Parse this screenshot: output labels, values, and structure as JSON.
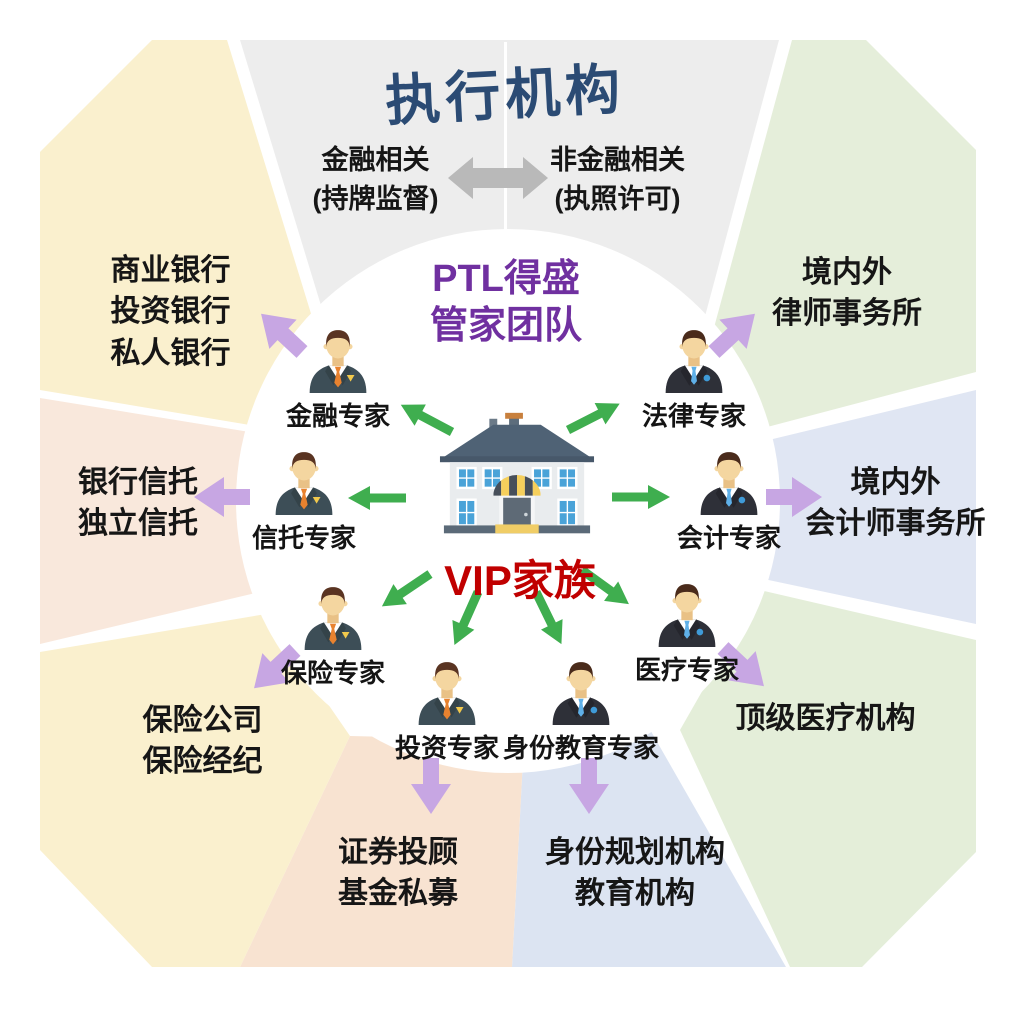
{
  "header": {
    "title": "执行机构",
    "left": {
      "line1": "金融相关",
      "line2": "(持牌监督)"
    },
    "right": {
      "line1": "非金融相关",
      "line2": "(执照许可)"
    }
  },
  "center": {
    "team_line1": "PTL得盛",
    "team_line2": "管家团队",
    "family": "VIP家族"
  },
  "experts": {
    "finance": {
      "label": "金融专家"
    },
    "legal": {
      "label": "法律专家"
    },
    "trust": {
      "label": "信托专家"
    },
    "accounting": {
      "label": "会计专家"
    },
    "insurance": {
      "label": "保险专家"
    },
    "medical": {
      "label": "医疗专家"
    },
    "investment": {
      "label": "投资专家"
    },
    "identity_education": {
      "label": "身份教育专家"
    }
  },
  "partners": {
    "banks": {
      "line1": "商业银行",
      "line2": "投资银行",
      "line3": "私人银行"
    },
    "law_firms": {
      "line1": "境内外",
      "line2": "律师事务所"
    },
    "trust_companies": {
      "line1": "银行信托",
      "line2": "独立信托"
    },
    "accounting_firms": {
      "line1": "境内外",
      "line2": "会计师事务所"
    },
    "insurance_companies": {
      "line1": "保险公司",
      "line2": "保险经纪"
    },
    "medical_institutions": {
      "line1": "顶级医疗机构"
    },
    "securities": {
      "line1": "证券投顾",
      "line2": "基金私募"
    },
    "identity_planning": {
      "line1": "身份规划机构",
      "line2": "教育机构"
    }
  },
  "colors": {
    "team_purple": "#7030a0",
    "family_red": "#c00000",
    "title_navy": "#2b4b74",
    "green_arrow": "#3fae4f",
    "purple_arrow": "#c7a6e3",
    "gray_arrow": "#b9b9b9",
    "wedge_gray": "#ededed",
    "wedge_yellow": "#faf0ce",
    "wedge_peach_left": "#f9e8dc",
    "wedge_peach_bottom": "#f8e3d1",
    "wedge_green": "#e5eeda",
    "wedge_blue_right": "#e0e6f3",
    "wedge_blue_bottom": "#dce4f2"
  },
  "icons": {
    "center": "house-icon",
    "experts": "businessman-icon",
    "arrow_types": [
      "green-arrow-icon",
      "purple-arrow-icon",
      "gray-arrow-icon"
    ]
  }
}
